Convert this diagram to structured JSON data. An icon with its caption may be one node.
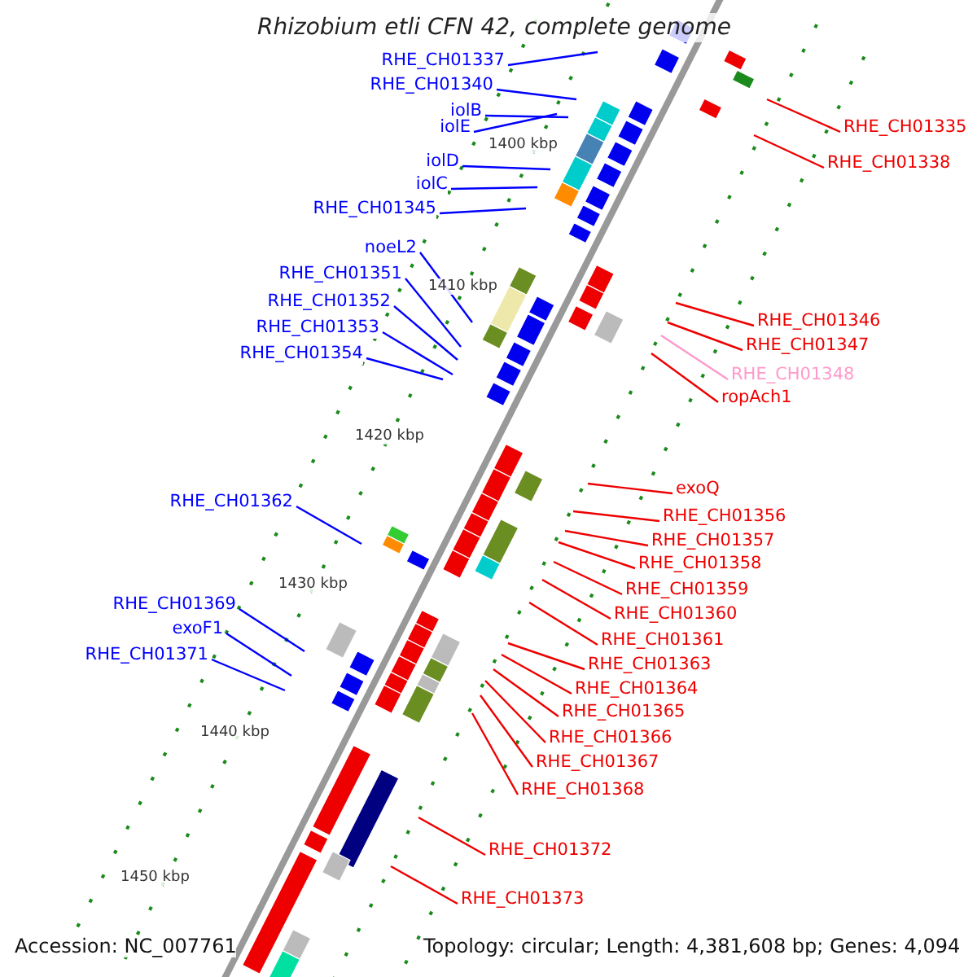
{
  "diagram": {
    "title": "Rhizobium etli CFN 42, complete genome",
    "nodes": [
      {
        "text": [
          "RHE_CH01337"
        ]
      },
      {
        "text": [
          "RHE_CH01340"
        ]
      },
      {
        "text": [
          "iolB"
        ]
      },
      {
        "text": [
          "iolE"
        ]
      },
      {
        "text": [
          "iolD"
        ]
      },
      {
        "text": [
          "iolC"
        ]
      },
      {
        "text": [
          "RHE_CH01345"
        ]
      },
      {
        "text": [
          "noeL2"
        ]
      },
      {
        "text": [
          "RHE_CH01351"
        ]
      },
      {
        "text": [
          "RHE_CH01352"
        ]
      },
      {
        "text": [
          "RHE_CH01353"
        ]
      },
      {
        "text": [
          "RHE_CH01354"
        ]
      },
      {
        "text": [
          "RHE_CH01362"
        ]
      },
      {
        "text": [
          "RHE_CH01369"
        ]
      },
      {
        "text": [
          "exoF1"
        ]
      },
      {
        "text": [
          "RHE_CH01371"
        ]
      },
      {
        "text": [
          "RHE_CH01335"
        ]
      },
      {
        "text": [
          "RHE_CH01338"
        ]
      },
      {
        "text": [
          "RHE_CH01346"
        ]
      },
      {
        "text": [
          "RHE_CH01347"
        ]
      },
      {
        "text": [
          "RHE_CH01348"
        ]
      },
      {
        "text": [
          "ropAch1"
        ]
      },
      {
        "text": [
          "exoQ"
        ]
      },
      {
        "text": [
          "RHE_CH01356"
        ]
      },
      {
        "text": [
          "RHE_CH01357"
        ]
      },
      {
        "text": [
          "RHE_CH01358"
        ]
      },
      {
        "text": [
          "RHE_CH01359"
        ]
      },
      {
        "text": [
          "RHE_CH01360"
        ]
      },
      {
        "text": [
          "RHE_CH01361"
        ]
      },
      {
        "text": [
          "RHE_CH01363"
        ]
      },
      {
        "text": [
          "RHE_CH01364"
        ]
      },
      {
        "text": [
          "RHE_CH01365"
        ]
      },
      {
        "text": [
          "RHE_CH01366"
        ]
      },
      {
        "text": [
          "RHE_CH01367"
        ]
      },
      {
        "text": [
          "RHE_CH01368"
        ]
      },
      {
        "text": [
          "RHE_CH01372"
        ]
      },
      {
        "text": [
          "RHE_CH01373"
        ]
      }
    ],
    "edges": [
      {
        "from": 0,
        "to": null,
        "arrow": "none",
        "color": "#0000ff"
      },
      {
        "from": 1,
        "to": null,
        "arrow": "none",
        "color": "#0000ff"
      },
      {
        "from": 2,
        "to": null,
        "arrow": "none",
        "color": "#0000ff"
      },
      {
        "from": 3,
        "to": null,
        "arrow": "none",
        "color": "#0000ff"
      },
      {
        "from": 4,
        "to": null,
        "arrow": "none",
        "color": "#0000ff"
      },
      {
        "from": 5,
        "to": null,
        "arrow": "none",
        "color": "#0000ff"
      },
      {
        "from": 6,
        "to": null,
        "arrow": "none",
        "color": "#0000ff"
      },
      {
        "from": 7,
        "to": null,
        "arrow": "none",
        "color": "#0000ff"
      },
      {
        "from": 8,
        "to": null,
        "arrow": "none",
        "color": "#0000ff"
      },
      {
        "from": 9,
        "to": null,
        "arrow": "none",
        "color": "#0000ff"
      },
      {
        "from": 10,
        "to": null,
        "arrow": "none",
        "color": "#0000ff"
      },
      {
        "from": 11,
        "to": null,
        "arrow": "none",
        "color": "#0000ff"
      },
      {
        "from": 12,
        "to": null,
        "arrow": "none",
        "color": "#0000ff"
      },
      {
        "from": 13,
        "to": null,
        "arrow": "none",
        "color": "#0000ff"
      },
      {
        "from": 14,
        "to": null,
        "arrow": "none",
        "color": "#0000ff"
      },
      {
        "from": 15,
        "to": null,
        "arrow": "none",
        "color": "#0000ff"
      },
      {
        "from": 16,
        "to": null,
        "arrow": "none"
      },
      {
        "from": 17,
        "to": null,
        "arrow": "none"
      },
      {
        "from": 18,
        "to": null,
        "arrow": "none"
      },
      {
        "from": 19,
        "to": null,
        "arrow": "none"
      },
      {
        "from": 20,
        "to": null,
        "arrow": "none",
        "color": "#ff99cc"
      },
      {
        "from": 21,
        "to": null,
        "arrow": "none"
      },
      {
        "from": 22,
        "to": null,
        "arrow": "none"
      },
      {
        "from": 23,
        "to": null,
        "arrow": "none"
      },
      {
        "from": 24,
        "to": null,
        "arrow": "none"
      },
      {
        "from": 25,
        "to": null,
        "arrow": "none"
      },
      {
        "from": 26,
        "to": null,
        "arrow": "none"
      },
      {
        "from": 27,
        "to": null,
        "arrow": "none"
      },
      {
        "from": 28,
        "to": null,
        "arrow": "none"
      },
      {
        "from": 29,
        "to": null,
        "arrow": "none"
      },
      {
        "from": 30,
        "to": null,
        "arrow": "none"
      },
      {
        "from": 31,
        "to": null,
        "arrow": "none"
      },
      {
        "from": 32,
        "to": null,
        "arrow": "none"
      },
      {
        "from": 33,
        "to": null,
        "arrow": "none"
      },
      {
        "from": 34,
        "to": null,
        "arrow": "none"
      },
      {
        "from": 35,
        "to": null,
        "arrow": "none"
      },
      {
        "from": 36,
        "to": null,
        "arrow": "none"
      }
    ],
    "labels": [
      "1400 kbp",
      "1410 kbp",
      "1420 kbp",
      "1430 kbp",
      "1440 kbp",
      "1450 kbp",
      "Accession: NC_007761",
      "Topology: circular; Length: 4,381,608 bp; Genes: 4,094"
    ]
  }
}
